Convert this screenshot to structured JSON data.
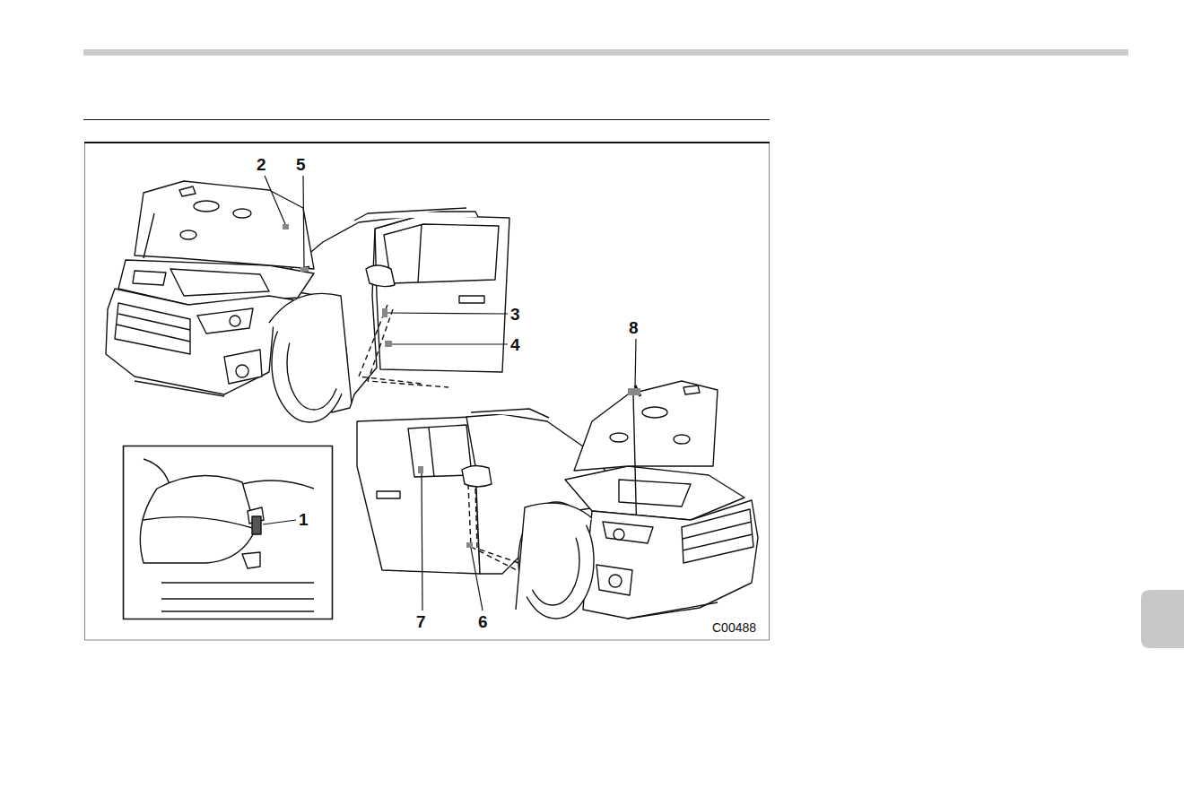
{
  "diagram": {
    "labels": [
      "2",
      "5",
      "3",
      "4",
      "8",
      "1",
      "7",
      "6",
      "C00488"
    ]
  }
}
